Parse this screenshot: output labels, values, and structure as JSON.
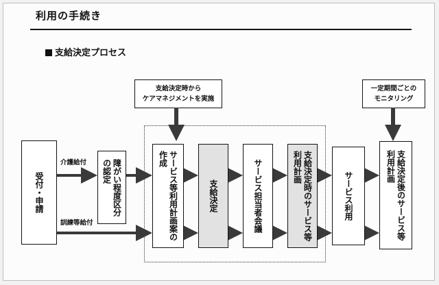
{
  "page": {
    "title": "利用の手続き",
    "subtitle": "支給決定プロセス"
  },
  "notes": {
    "care_management": [
      "支給決定時から",
      "ケアマネジメントを実施"
    ],
    "monitoring": [
      "一定期間ごとの",
      "モニタリング"
    ]
  },
  "flow_labels": {
    "kaigo": "介護給付",
    "kunren": "訓練等給付"
  },
  "boxes": {
    "intake": "受付・申請",
    "disability_level": [
      "障がい程度区分",
      "の認定"
    ],
    "plan_draft": [
      "サービス等利用計画案の",
      "作成"
    ],
    "decision": "支給決定",
    "manager_meeting": "サービス担当者会議",
    "plan_at_decision": [
      "支給決定時のサービス等",
      "利用計画"
    ],
    "service_use": "サービス利用",
    "plan_after_decision": [
      "支給決定後のサービス等",
      "利用計画"
    ]
  },
  "colors": {
    "shaded_box": "#e2e2e2",
    "arrow": "#3a3a3a"
  }
}
